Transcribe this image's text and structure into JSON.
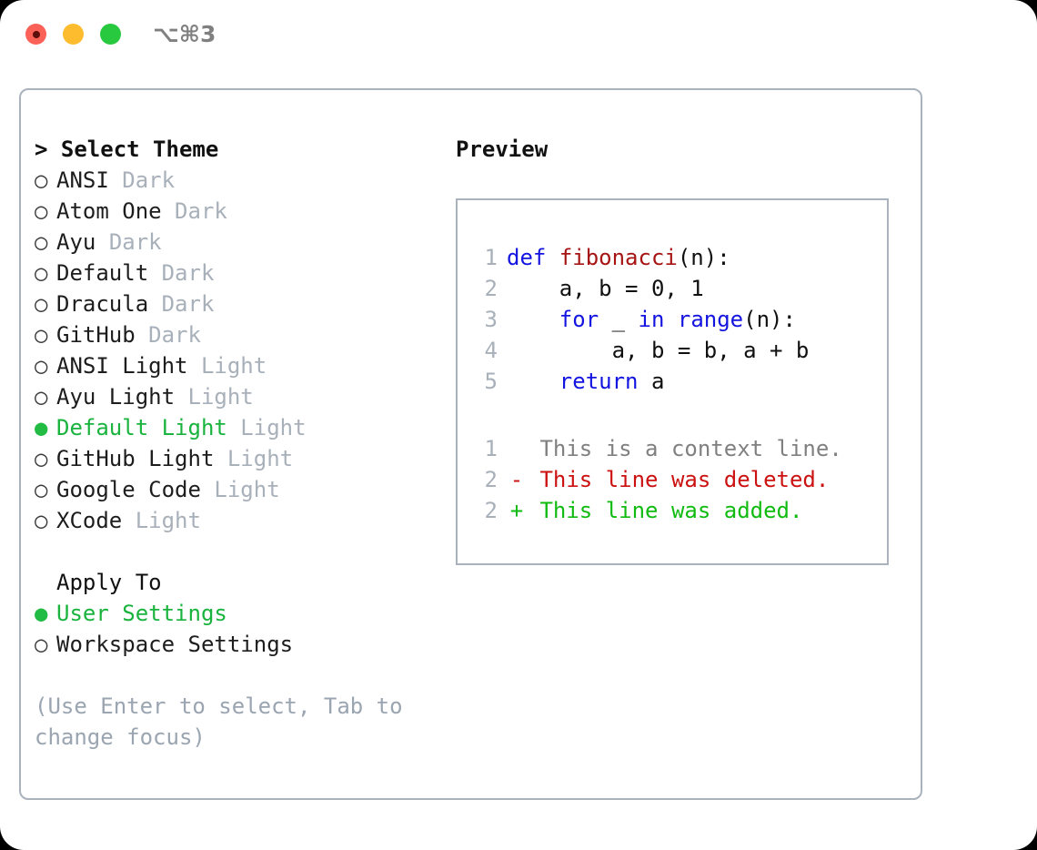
{
  "titlebar": {
    "shortcut": "⌥⌘3",
    "lights": [
      "close-red",
      "minimize-yellow",
      "zoom-green"
    ]
  },
  "theme_list": {
    "header": "> Select Theme",
    "items": [
      {
        "bullet": "○",
        "name": "ANSI",
        "tag": "Dark",
        "selected": false
      },
      {
        "bullet": "○",
        "name": "Atom One",
        "tag": "Dark",
        "selected": false
      },
      {
        "bullet": "○",
        "name": "Ayu",
        "tag": "Dark",
        "selected": false
      },
      {
        "bullet": "○",
        "name": "Default",
        "tag": "Dark",
        "selected": false
      },
      {
        "bullet": "○",
        "name": "Dracula",
        "tag": "Dark",
        "selected": false
      },
      {
        "bullet": "○",
        "name": "GitHub",
        "tag": "Dark",
        "selected": false
      },
      {
        "bullet": "○",
        "name": "ANSI Light",
        "tag": "Light",
        "selected": false
      },
      {
        "bullet": "○",
        "name": "Ayu Light",
        "tag": "Light",
        "selected": false
      },
      {
        "bullet": "●",
        "name": "Default Light",
        "tag": "Light",
        "selected": true
      },
      {
        "bullet": "○",
        "name": "GitHub Light",
        "tag": "Light",
        "selected": false
      },
      {
        "bullet": "○",
        "name": "Google Code",
        "tag": "Light",
        "selected": false
      },
      {
        "bullet": "○",
        "name": "XCode",
        "tag": "Light",
        "selected": false
      }
    ]
  },
  "apply_to": {
    "title": "Apply To",
    "items": [
      {
        "bullet": "●",
        "name": "User Settings",
        "selected": true
      },
      {
        "bullet": "○",
        "name": "Workspace Settings",
        "selected": false
      }
    ]
  },
  "hint": "(Use Enter to select, Tab to change focus)",
  "preview": {
    "title": "Preview",
    "code_lines": [
      {
        "no": "1",
        "tokens": [
          {
            "t": "def",
            "c": "kw"
          },
          {
            "t": " ",
            "c": "plain"
          },
          {
            "t": "fibonacci",
            "c": "fn"
          },
          {
            "t": "(n):",
            "c": "plain"
          }
        ]
      },
      {
        "no": "2",
        "tokens": [
          {
            "t": "    a, b = 0, 1",
            "c": "plain"
          }
        ]
      },
      {
        "no": "3",
        "tokens": [
          {
            "t": "    ",
            "c": "plain"
          },
          {
            "t": "for",
            "c": "kw"
          },
          {
            "t": " _ ",
            "c": "plain"
          },
          {
            "t": "in",
            "c": "kw"
          },
          {
            "t": " ",
            "c": "plain"
          },
          {
            "t": "range",
            "c": "kw"
          },
          {
            "t": "(n):",
            "c": "plain"
          }
        ]
      },
      {
        "no": "4",
        "tokens": [
          {
            "t": "        a, b = b, a + b",
            "c": "plain"
          }
        ]
      },
      {
        "no": "5",
        "tokens": [
          {
            "t": "    ",
            "c": "plain"
          },
          {
            "t": "return",
            "c": "kw"
          },
          {
            "t": " a",
            "c": "plain"
          }
        ]
      }
    ],
    "diff_lines": [
      {
        "no": "1",
        "mark": " ",
        "text": "This is a context line.",
        "kind": "ctx"
      },
      {
        "no": "2",
        "mark": "-",
        "text": "This line was deleted.",
        "kind": "del"
      },
      {
        "no": "2",
        "mark": "+",
        "text": "This line was added.",
        "kind": "add"
      }
    ]
  },
  "colors": {
    "accent_green": "#19b33d",
    "border": "#aab2bd",
    "muted": "#a8b0ba",
    "hint": "#9aa5b1",
    "keyword_blue": "#1414e0",
    "function_red": "#a61414",
    "diff_delete": "#cc1111",
    "diff_add": "#11bb11",
    "diff_context": "#808080",
    "light_red": "#fb6157",
    "light_yellow": "#fdbc2e",
    "light_green": "#28c83f"
  }
}
